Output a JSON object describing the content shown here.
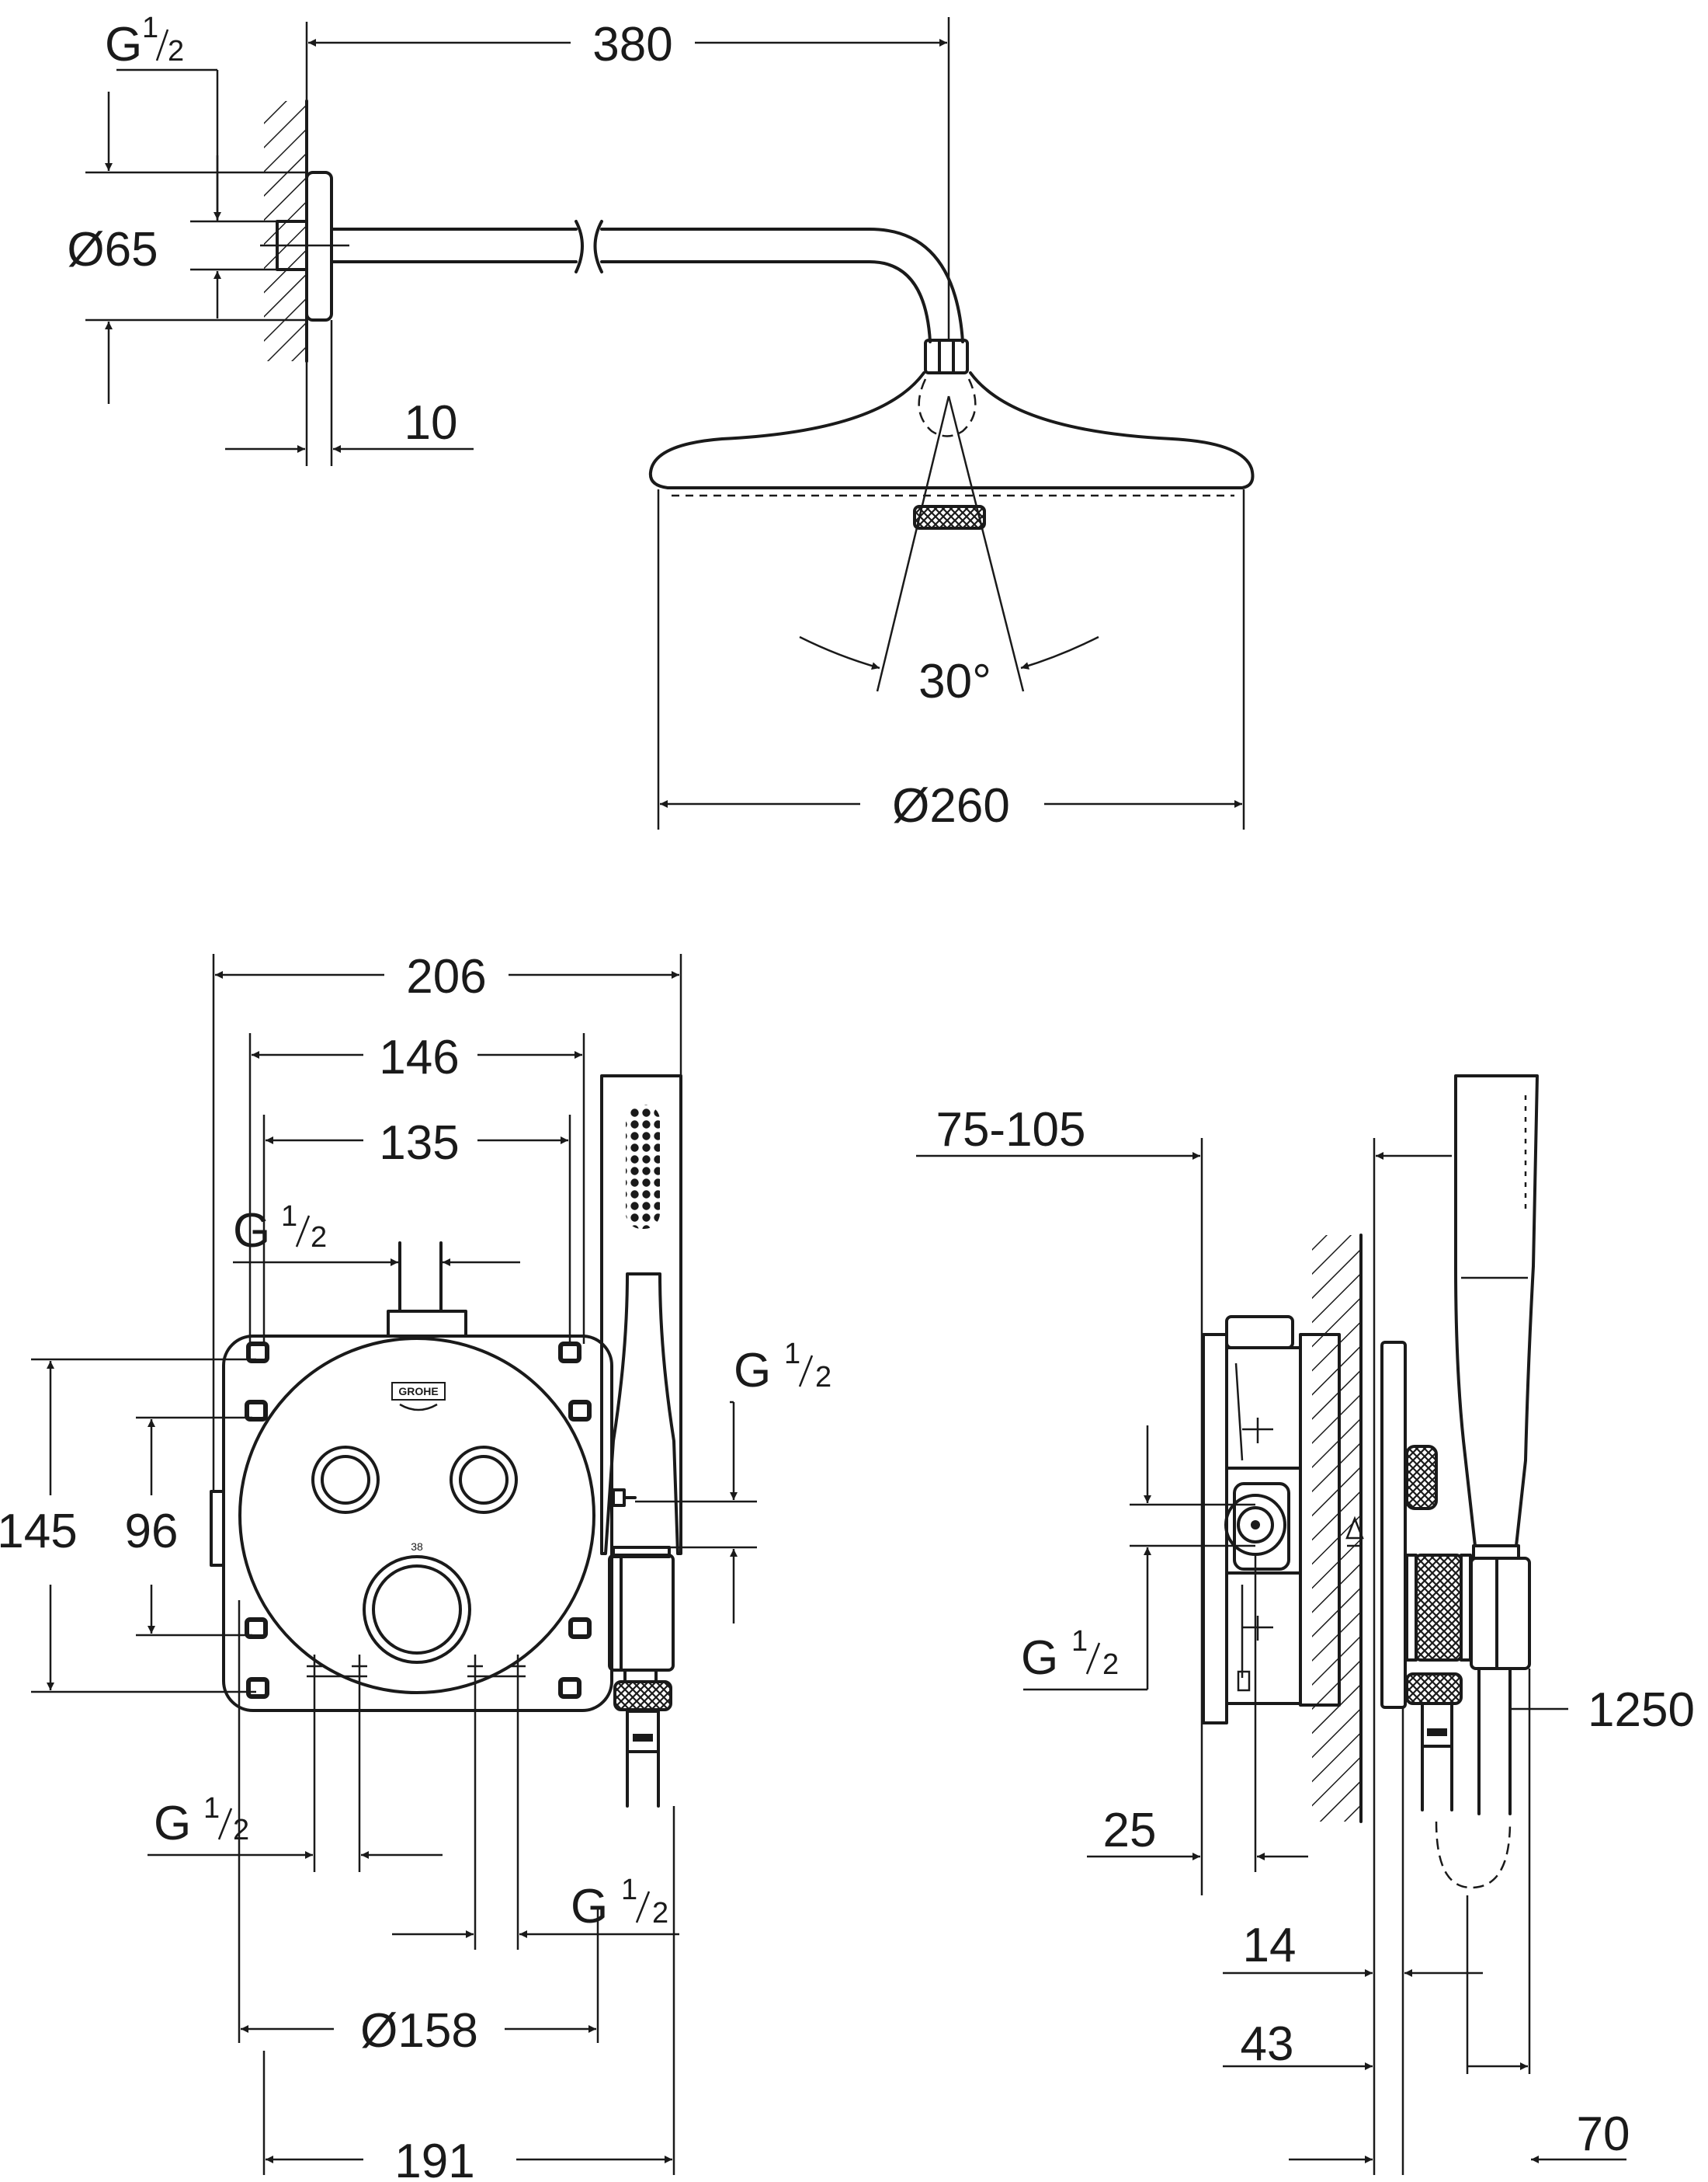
{
  "dimensions": {
    "arm_length": "380",
    "wall_flange_dia": "Ø65",
    "flange_depth": "10",
    "spray_angle": "30°",
    "head_dia": "Ø260",
    "plate_width": "206",
    "hole_spacing_outer": "146",
    "hole_spacing_inner": "135",
    "plate_height": "145",
    "hole_spacing_vertical": "96",
    "mixer_dia": "Ø158",
    "total_width": "191",
    "depth_range": "75-105",
    "offset_25": "25",
    "offset_14": "14",
    "offset_43": "43",
    "offset_70": "70",
    "hose_length": "1250"
  },
  "thread": {
    "letter": "G",
    "numerator": "1",
    "denominator": "2"
  },
  "brand_mark": "GROHE",
  "dial_mark": "38"
}
